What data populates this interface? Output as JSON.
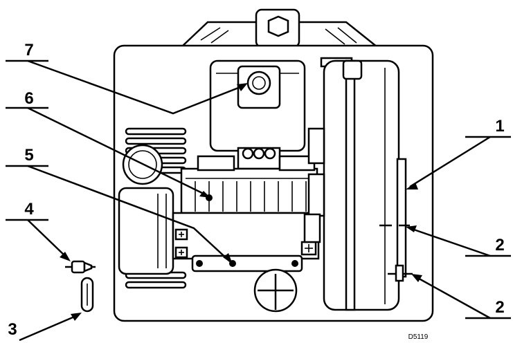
{
  "callouts": {
    "c1": "1",
    "c2a": "2",
    "c2b": "2",
    "c3": "3",
    "c4": "4",
    "c5": "5",
    "c6": "6",
    "c7": "7"
  },
  "ref_code": "D5119",
  "colors": {
    "line": "#000000",
    "background": "#ffffff"
  }
}
